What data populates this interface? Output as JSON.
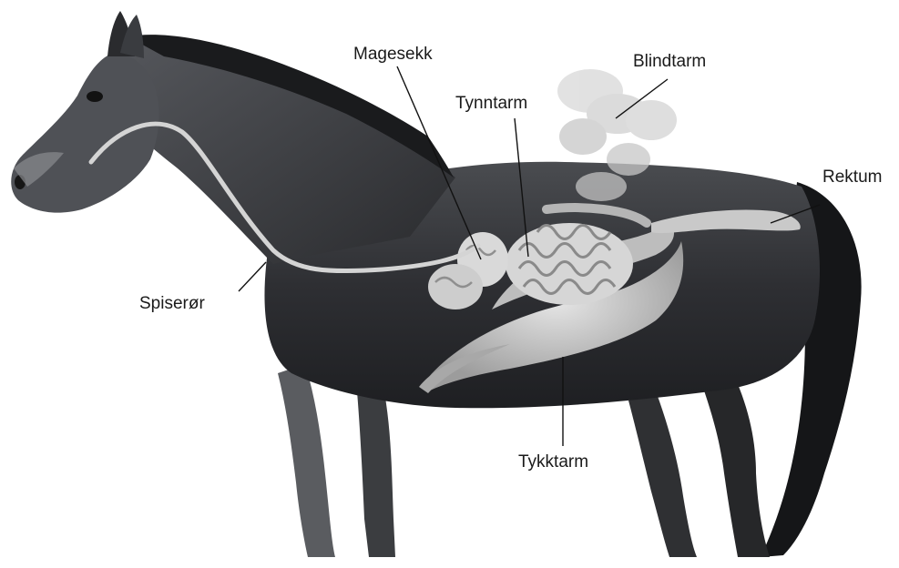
{
  "diagram": {
    "labels": {
      "magesekk": "Magesekk",
      "blindtarm": "Blindtarm",
      "tynntarm": "Tynntarm",
      "rektum": "Rektum",
      "spiseror": "Spiserør",
      "tykktarm": "Tykktarm"
    },
    "colors": {
      "background": "#ffffff",
      "horse_body": "#2f3033",
      "organ_fill": "#cfcfcf",
      "label_text": "#1a1a1a"
    }
  }
}
